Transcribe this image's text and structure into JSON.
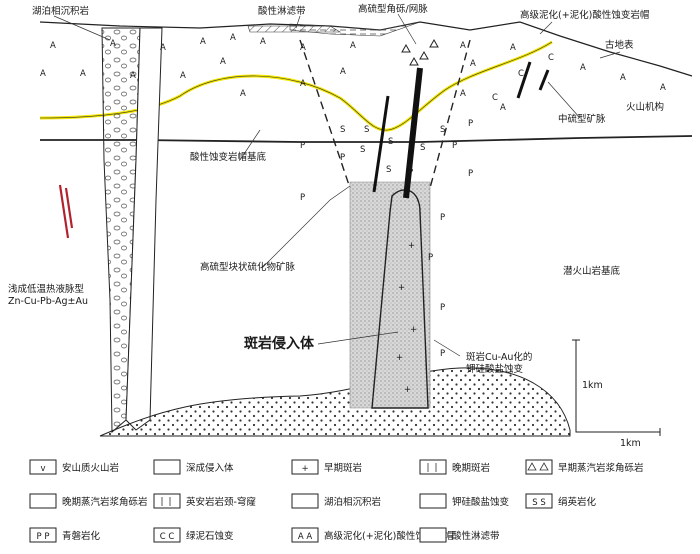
{
  "diagram": {
    "labels": {
      "lake_sediment": "湖泊相沉积岩",
      "acid_leach": "酸性淋滤带",
      "hs_breccia": "高硫型角砾/网脉",
      "advanced_argillic_cap": "高级泥化(+泥化)酸性蚀变岩帽",
      "paleosurface": "古地表",
      "volcanic_edifice": "火山机构",
      "is_vein": "中硫型矿脉",
      "lithocap_base": "酸性蚀变岩帽基底",
      "hs_massive": "高硫型块状硫化物矿脉",
      "subvolcanic_basement": "潜火山岩基底",
      "shallow_vein": "浅成低温热液脉型\nZn-Cu-Pb-Ag±Au",
      "porphyry_intrusion": "斑岩侵入体",
      "porphyry_alteration": "斑岩Cu-Au化的\n钾硅酸盐蚀变"
    },
    "pattern_letters": {
      "advanced_argillic": "A",
      "chlorite": "C",
      "propylitic": "P",
      "sericitic": "S",
      "early_porphyry": "+"
    },
    "scale": {
      "vertical": "1km",
      "horizontal": "1km"
    }
  },
  "legend": [
    {
      "label": "安山质火山岩",
      "symbol": "v"
    },
    {
      "label": "深成侵入体",
      "symbol": "dots"
    },
    {
      "label": "早期斑岩",
      "symbol": "+"
    },
    {
      "label": "晚期斑岩",
      "symbol": "ticks"
    },
    {
      "label": "早期蒸汽岩浆角砾岩",
      "symbol": "triangles"
    },
    {
      "label": "晚期蒸汽岩浆角砾岩",
      "symbol": "ovals"
    },
    {
      "label": "英安岩岩颈-穹窿",
      "symbol": "cross-ticks"
    },
    {
      "label": "湖泊相沉积岩",
      "symbol": "dashes"
    },
    {
      "label": "钾硅酸盐蚀变",
      "symbol": "stipple"
    },
    {
      "label": "绢英岩化",
      "symbol": "S S"
    },
    {
      "label": "青磐岩化",
      "symbol": "P P"
    },
    {
      "label": "绿泥石蚀变",
      "symbol": "C C"
    },
    {
      "label": "高级泥化(+泥化)酸性蚀变岩帽",
      "symbol": "A A"
    },
    {
      "label": "酸性淋滤带",
      "symbol": "hatch"
    }
  ],
  "colors": {
    "lithocap_base_line": "#f3e600",
    "veins": "#111111",
    "shallow_veins": "#b2222e"
  }
}
